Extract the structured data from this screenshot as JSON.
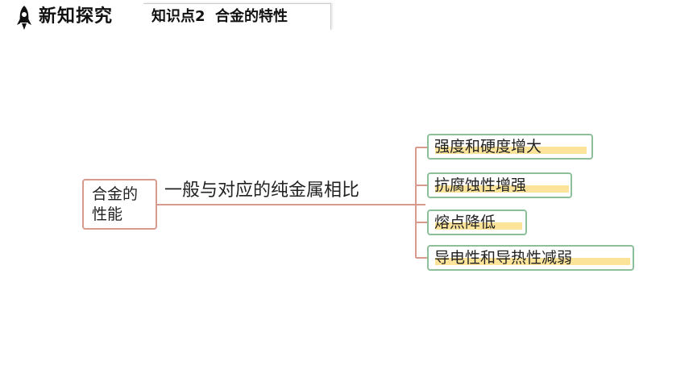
{
  "header": {
    "section_title": "新知探究",
    "subtitle": "知识点2  合金的特性",
    "icon": "rocket-icon"
  },
  "diagram": {
    "root": {
      "line1": "合金的",
      "line2": "性能"
    },
    "relation": "一般与对应的纯金属相比",
    "branches": [
      {
        "label": "强度和硬度增大"
      },
      {
        "label": "抗腐蚀性增强"
      },
      {
        "label": "熔点降低"
      },
      {
        "label": "导电性和导热性减弱"
      }
    ]
  },
  "colors": {
    "root_border": "#d79a8c",
    "connector": "#d79a8c",
    "leaf_border": "#8dbf9a",
    "highlight": "#fbe49a"
  }
}
